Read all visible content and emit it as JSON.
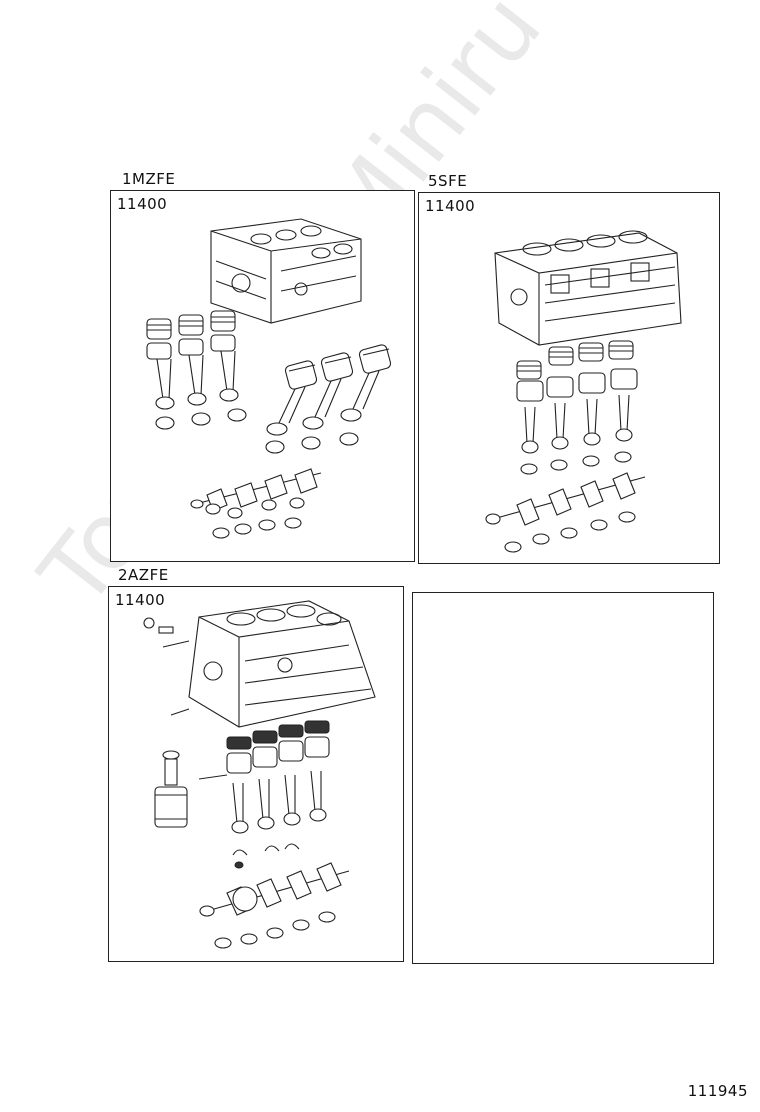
{
  "watermark": "ToyotaCarMiniru",
  "page_id": "111945",
  "panels": [
    {
      "engine": "1MZFE",
      "part_number": "11400"
    },
    {
      "engine": "5SFE",
      "part_number": "11400"
    },
    {
      "engine": "2AZFE",
      "part_number": "11400"
    },
    {
      "engine": "",
      "part_number": ""
    }
  ],
  "icons": {
    "engine_block": "engine-block-icon",
    "piston": "piston-icon",
    "connecting_rod": "connecting-rod-icon",
    "crankshaft": "crankshaft-icon",
    "bearing": "bearing-icon",
    "oil_filter": "oil-filter-icon"
  }
}
